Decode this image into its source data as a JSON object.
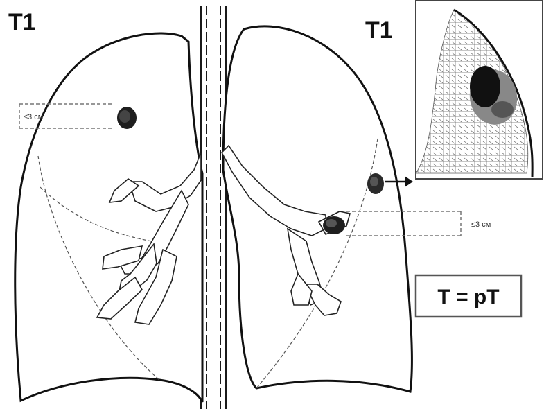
{
  "labels": {
    "left_stage": "T1",
    "right_stage": "T1",
    "left_measure": "≤3 см",
    "right_measure": "≤3 см",
    "equation": "T = pT"
  },
  "colors": {
    "line": "#1a1a1a",
    "dashed": "#777777",
    "tumor": "#1e1e1e",
    "box_border": "#555555"
  }
}
